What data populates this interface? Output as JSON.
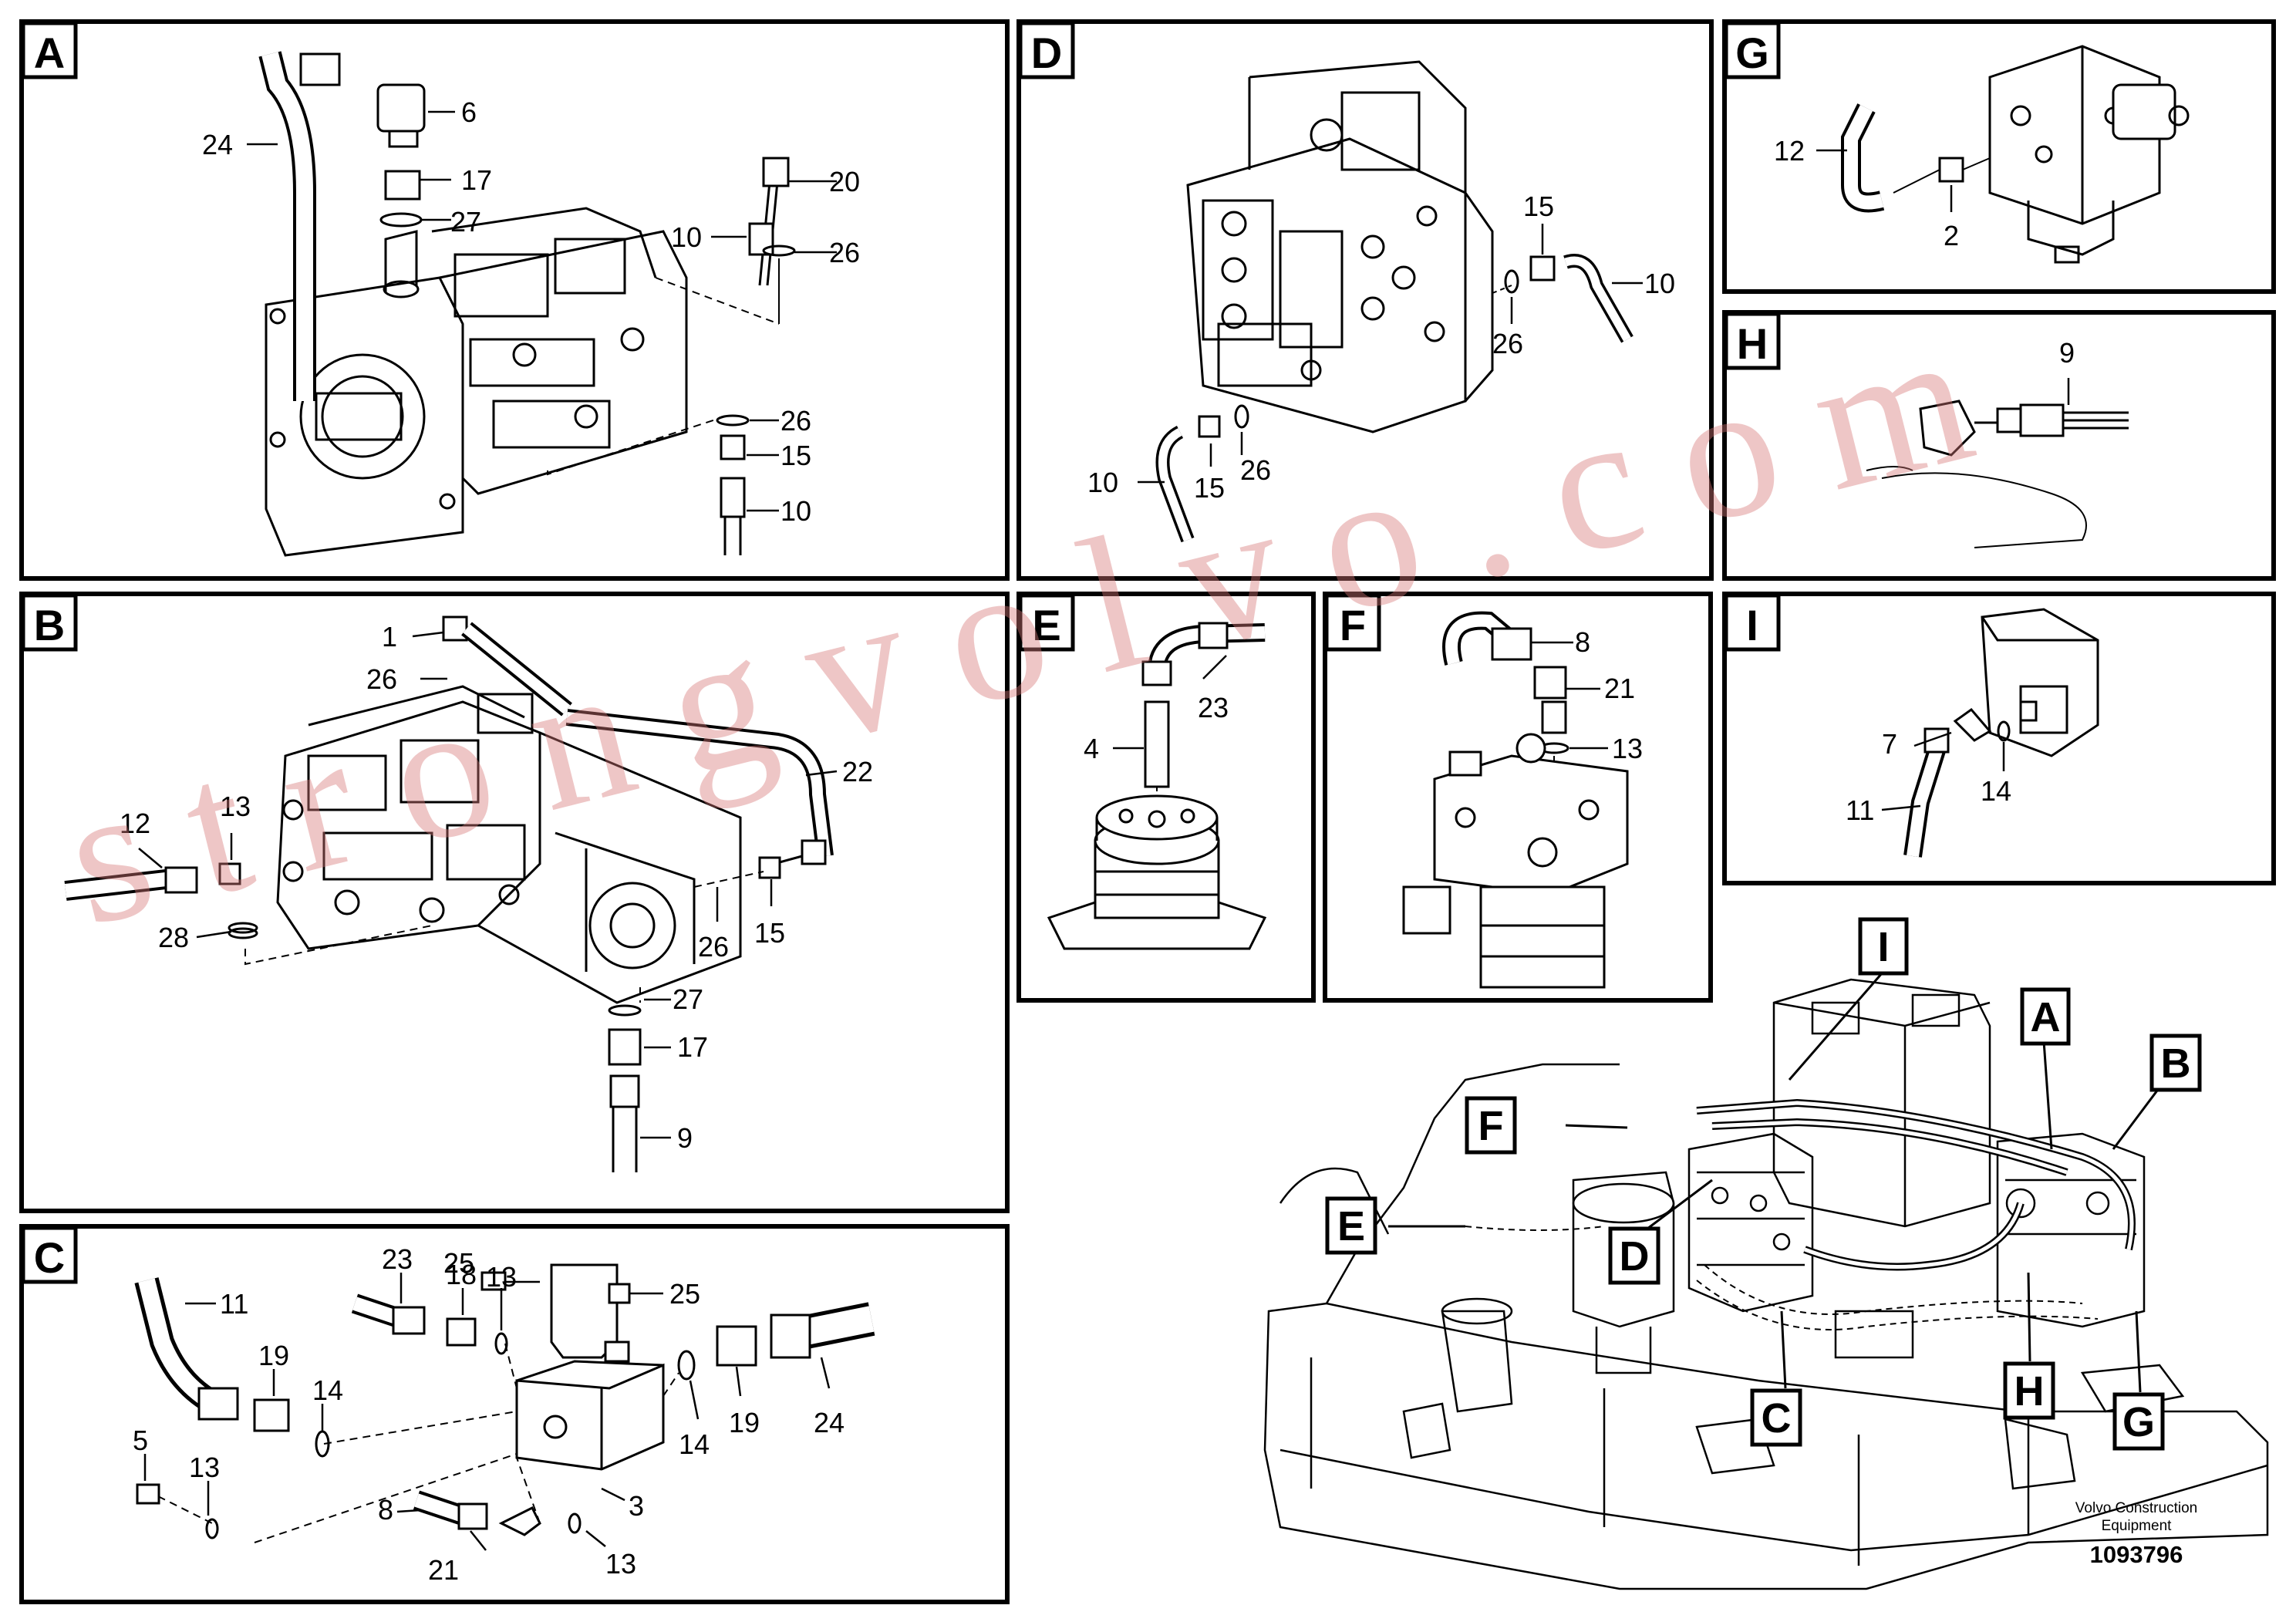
{
  "title_block": {
    "company_line1": "Volvo Construction",
    "company_line2": "Equipment",
    "document_number": "1093796"
  },
  "watermark": "strongvolvo.com",
  "panels": [
    {
      "letter": "A",
      "labels": [
        "24",
        "6",
        "17",
        "27",
        "20",
        "10",
        "26",
        "26",
        "15",
        "10"
      ]
    },
    {
      "letter": "B",
      "labels": [
        "1",
        "26",
        "22",
        "12",
        "13",
        "28",
        "26",
        "15",
        "27",
        "17",
        "9"
      ]
    },
    {
      "letter": "C",
      "labels": [
        "11",
        "19",
        "14",
        "5",
        "13",
        "23",
        "18",
        "13",
        "25",
        "25",
        "3",
        "14",
        "19",
        "24",
        "8",
        "21",
        "13"
      ]
    },
    {
      "letter": "D",
      "labels": [
        "15",
        "10",
        "26",
        "10",
        "15",
        "26"
      ]
    },
    {
      "letter": "E",
      "labels": [
        "23",
        "4"
      ]
    },
    {
      "letter": "F",
      "labels": [
        "8",
        "21",
        "13"
      ]
    },
    {
      "letter": "G",
      "labels": [
        "12",
        "2"
      ]
    },
    {
      "letter": "H",
      "labels": [
        "9"
      ]
    },
    {
      "letter": "I",
      "labels": [
        "7",
        "14",
        "11"
      ]
    }
  ],
  "overview_callouts": [
    "I",
    "A",
    "B",
    "F",
    "E",
    "D",
    "C",
    "H",
    "G"
  ]
}
